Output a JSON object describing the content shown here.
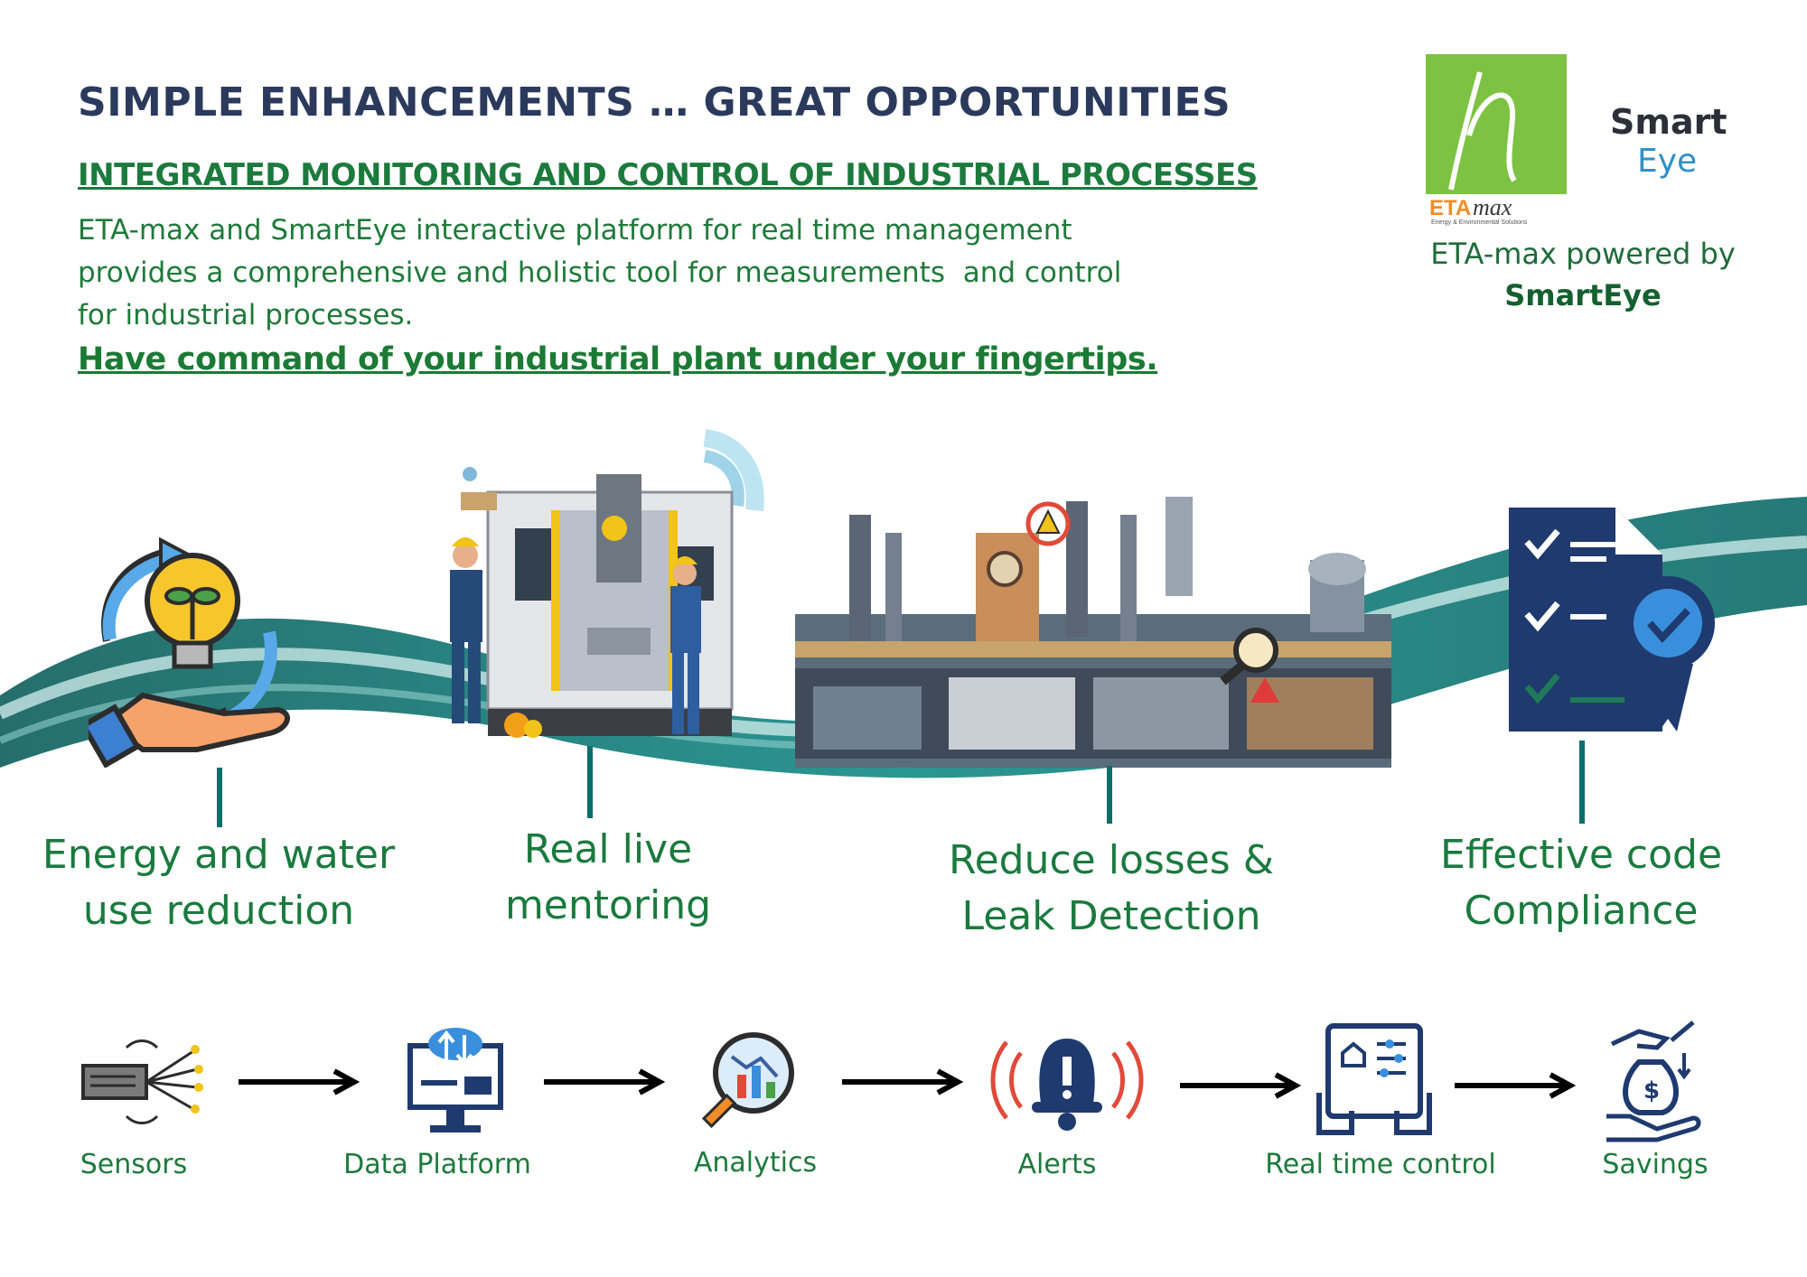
{
  "header": {
    "title": "SIMPLE ENHANCEMENTS … GREAT OPPORTUNITIES",
    "subtitle": "INTEGRATED MONITORING AND CONTROL OF INDUSTRIAL PROCESSES",
    "description": [
      "ETA-max and SmartEye interactive platform for real time management",
      "provides a comprehensive and holistic tool for measurements  and control",
      "for industrial processes."
    ],
    "tagline": "Have command of your industrial plant under your fingertips. "
  },
  "brand": {
    "etamax_logo_text": "ETAmax",
    "etamax_logo_subtext": "Energy & Environmental Solutions",
    "smarteye_logo_line1": "Smart",
    "smarteye_logo_line2": "Eye",
    "caption_line1": "ETA-max powered by",
    "caption_line2": "SmartEye"
  },
  "features": [
    {
      "line1": "Energy and water",
      "line2": "use reduction",
      "icon": "energy-saving-icon"
    },
    {
      "line1": "Real live",
      "line2": "mentoring",
      "icon": "cnc-machine-workers-illustration"
    },
    {
      "line1": "Reduce losses &",
      "line2": "Leak Detection",
      "icon": "industrial-plant-illustration"
    },
    {
      "line1": "Effective code",
      "line2": "Compliance",
      "icon": "compliance-checklist-icon"
    }
  ],
  "process": [
    {
      "label": "Sensors",
      "icon": "sensor-icon"
    },
    {
      "label": "Data Platform",
      "icon": "data-platform-icon"
    },
    {
      "label": "Analytics",
      "icon": "analytics-icon"
    },
    {
      "label": "Alerts",
      "icon": "alert-bell-icon"
    },
    {
      "label": "Real time control",
      "icon": "tablet-control-icon"
    },
    {
      "label": "Savings",
      "icon": "savings-icon"
    }
  ],
  "colors": {
    "title": "#2b3a5c",
    "green_text": "#1c7a3c",
    "wave_teal": "#0e6e6a",
    "navy": "#1f3a6e",
    "logo_green": "#7dc242",
    "logo_orange": "#f28c28"
  }
}
